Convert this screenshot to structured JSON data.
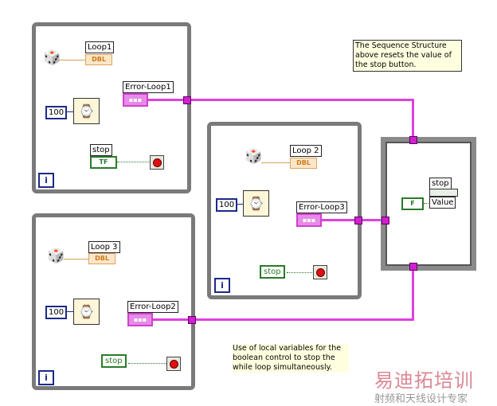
{
  "loops": [
    {
      "counter": "i",
      "random_label": "Loop1",
      "random_type": "DBL",
      "wait_ms": "100",
      "error_label": "Error-Loop1",
      "stop_label": "stop",
      "stop_const": "TF"
    },
    {
      "counter": "i",
      "random_label": "Loop 2",
      "random_type": "DBL",
      "wait_ms": "100",
      "error_label": "Error-Loop3",
      "stop_label": "stop"
    },
    {
      "counter": "i",
      "random_label": "Loop 3",
      "random_type": "DBL",
      "wait_ms": "100",
      "error_label": "Error-Loop2",
      "stop_label": "stop"
    }
  ],
  "sequence": {
    "property_label": "stop",
    "property": "Value",
    "const": "F"
  },
  "comments": {
    "top": "The Sequence Structure above resets the value of the stop button.",
    "bottom": "Use of local variables for the boolean control to stop the while loop simultaneously."
  },
  "watermark": {
    "line1": "易迪拓培训",
    "line2": "射频和天线设计专家"
  },
  "colors": {
    "error_wire": "#e040e0",
    "boolean": "#2a7a2a",
    "numeric": "#1b2a8a"
  }
}
